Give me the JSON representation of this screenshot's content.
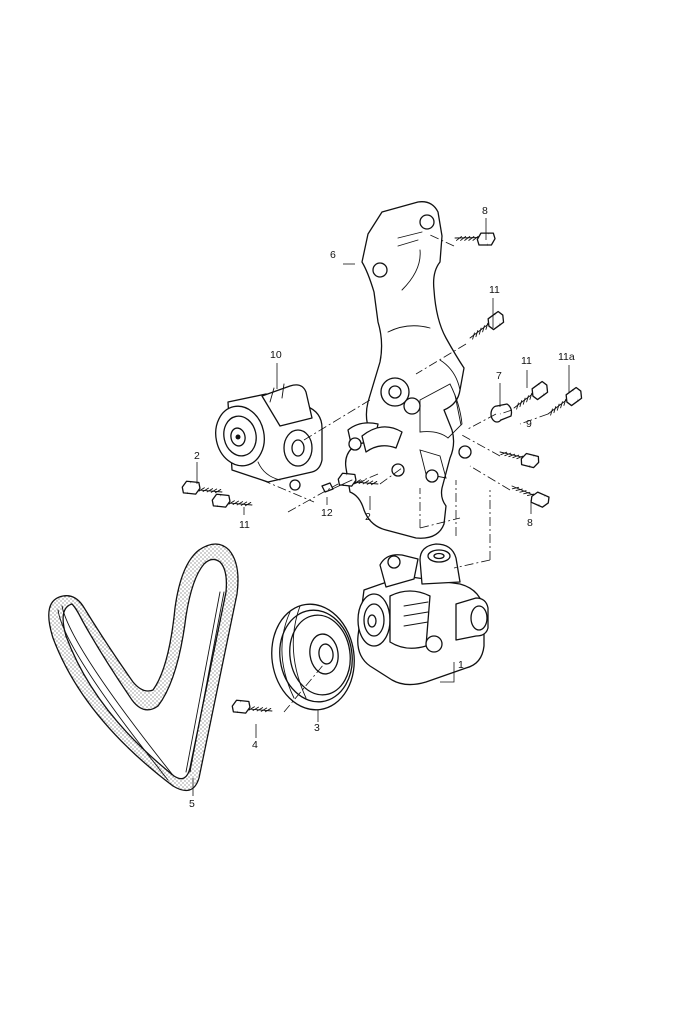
{
  "diagram": {
    "callouts": [
      {
        "id": "c8a",
        "label": "8"
      },
      {
        "id": "c6",
        "label": "6"
      },
      {
        "id": "c11a",
        "label": "11"
      },
      {
        "id": "c10",
        "label": "10"
      },
      {
        "id": "c11b",
        "label": "11"
      },
      {
        "id": "c11a_sub",
        "label": "11a"
      },
      {
        "id": "c7",
        "label": "7"
      },
      {
        "id": "c9",
        "label": "9"
      },
      {
        "id": "c2a",
        "label": "2"
      },
      {
        "id": "c11c",
        "label": "11"
      },
      {
        "id": "c12",
        "label": "12"
      },
      {
        "id": "c2b",
        "label": "2"
      },
      {
        "id": "c8b",
        "label": "8"
      },
      {
        "id": "c1",
        "label": "1"
      },
      {
        "id": "c3",
        "label": "3"
      },
      {
        "id": "c4",
        "label": "4"
      },
      {
        "id": "c5",
        "label": "5"
      }
    ]
  }
}
